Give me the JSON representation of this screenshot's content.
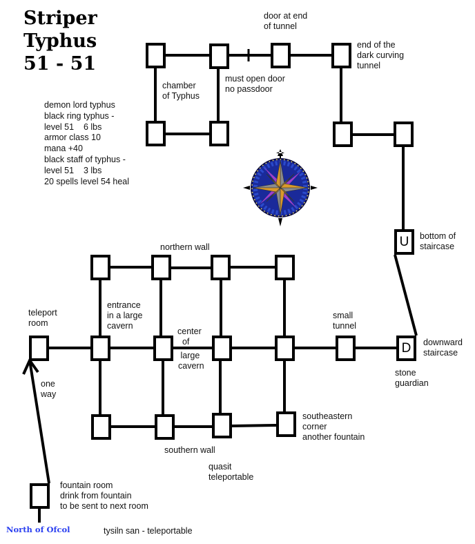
{
  "title": {
    "line1": "Striper",
    "line2": "Typhus",
    "line3": "51 - 51"
  },
  "notes": [
    "demon lord typhus",
    "black ring typhus -",
    "level 51    6 lbs",
    "armor class 10",
    "mana +40",
    "black staff of typhus -",
    "level 51    3 lbs",
    "20 spells level 54 heal"
  ],
  "labels": {
    "door_end_tunnel": "door at end\nof tunnel",
    "end_dark_tunnel": "end of the\ndark curving\ntunnel",
    "chamber_typhus": "chamber\nof Typhus",
    "must_open_door": "must open door\nno passdoor",
    "bottom_staircase": "bottom of\nstaircase",
    "northern_wall": "northern wall",
    "teleport_room": "teleport\nroom",
    "entrance_cavern": "entrance\nin a large\ncavern",
    "center_of": "center\n  of",
    "large_cavern": " large\ncavern",
    "small_tunnel": "small\ntunnel",
    "downward_staircase": "downward\nstaircase",
    "stone_guardian": "stone\nguardian",
    "one_way": "one\nway",
    "southeastern_corner": "southeastern\ncorner\nanother fountain",
    "southern_wall": "southern wall",
    "quasit": "quasit\nteleportable",
    "fountain_room": "fountain room\ndrink from fountain\nto be sent to next room",
    "tysiln_san": "tysiln san - teleportable",
    "north_of_ofcol": "North of Ofcol"
  },
  "room_markers": {
    "up": "U",
    "down": "D"
  },
  "compass": {
    "icon": "compass-rose-icon",
    "colors": {
      "disc": "#1a2a9a",
      "disc_dark": "#0a0a40",
      "points_gold": "#d99a2b",
      "points_gray": "#8c8c8c",
      "points_purple": "#a040c8",
      "dots": "#f0e060"
    }
  },
  "colors": {
    "ink": "#000000",
    "origin_link": "#2a3ff0",
    "background": "#ffffff"
  }
}
